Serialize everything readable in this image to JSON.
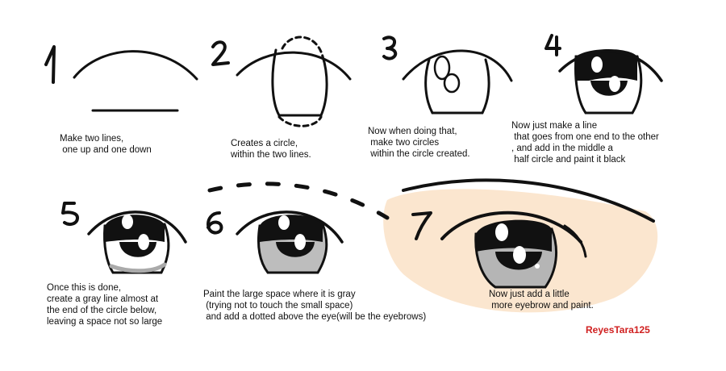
{
  "steps": [
    {
      "number": "1",
      "caption": "Make two lines,\n one up and one down"
    },
    {
      "number": "2",
      "caption": "Creates a circle,\nwithin the two lines."
    },
    {
      "number": "3",
      "caption": "Now when doing that,\n make two circles\n within the circle created."
    },
    {
      "number": "4",
      "caption": "Now just make a line\n that goes from one end to the other\n, and add in the middle a\n half circle and paint it black"
    },
    {
      "number": "5",
      "caption": "Once this is done,\ncreate a gray line almost at\nthe end of the circle below,\nleaving a space not so large"
    },
    {
      "number": "6",
      "caption": "Paint the large space where it is gray\n (trying not to touch the small space)\n and add a dotted above the eye(will be the eyebrows)"
    },
    {
      "number": "7",
      "caption": "Now just add a little\n more eyebrow and paint."
    }
  ],
  "credit": "ReyesTara125",
  "colors": {
    "skin": "#fbe6cf",
    "iris_gray": "#b5b5b5",
    "ink": "#111111",
    "credit": "#d02020"
  }
}
